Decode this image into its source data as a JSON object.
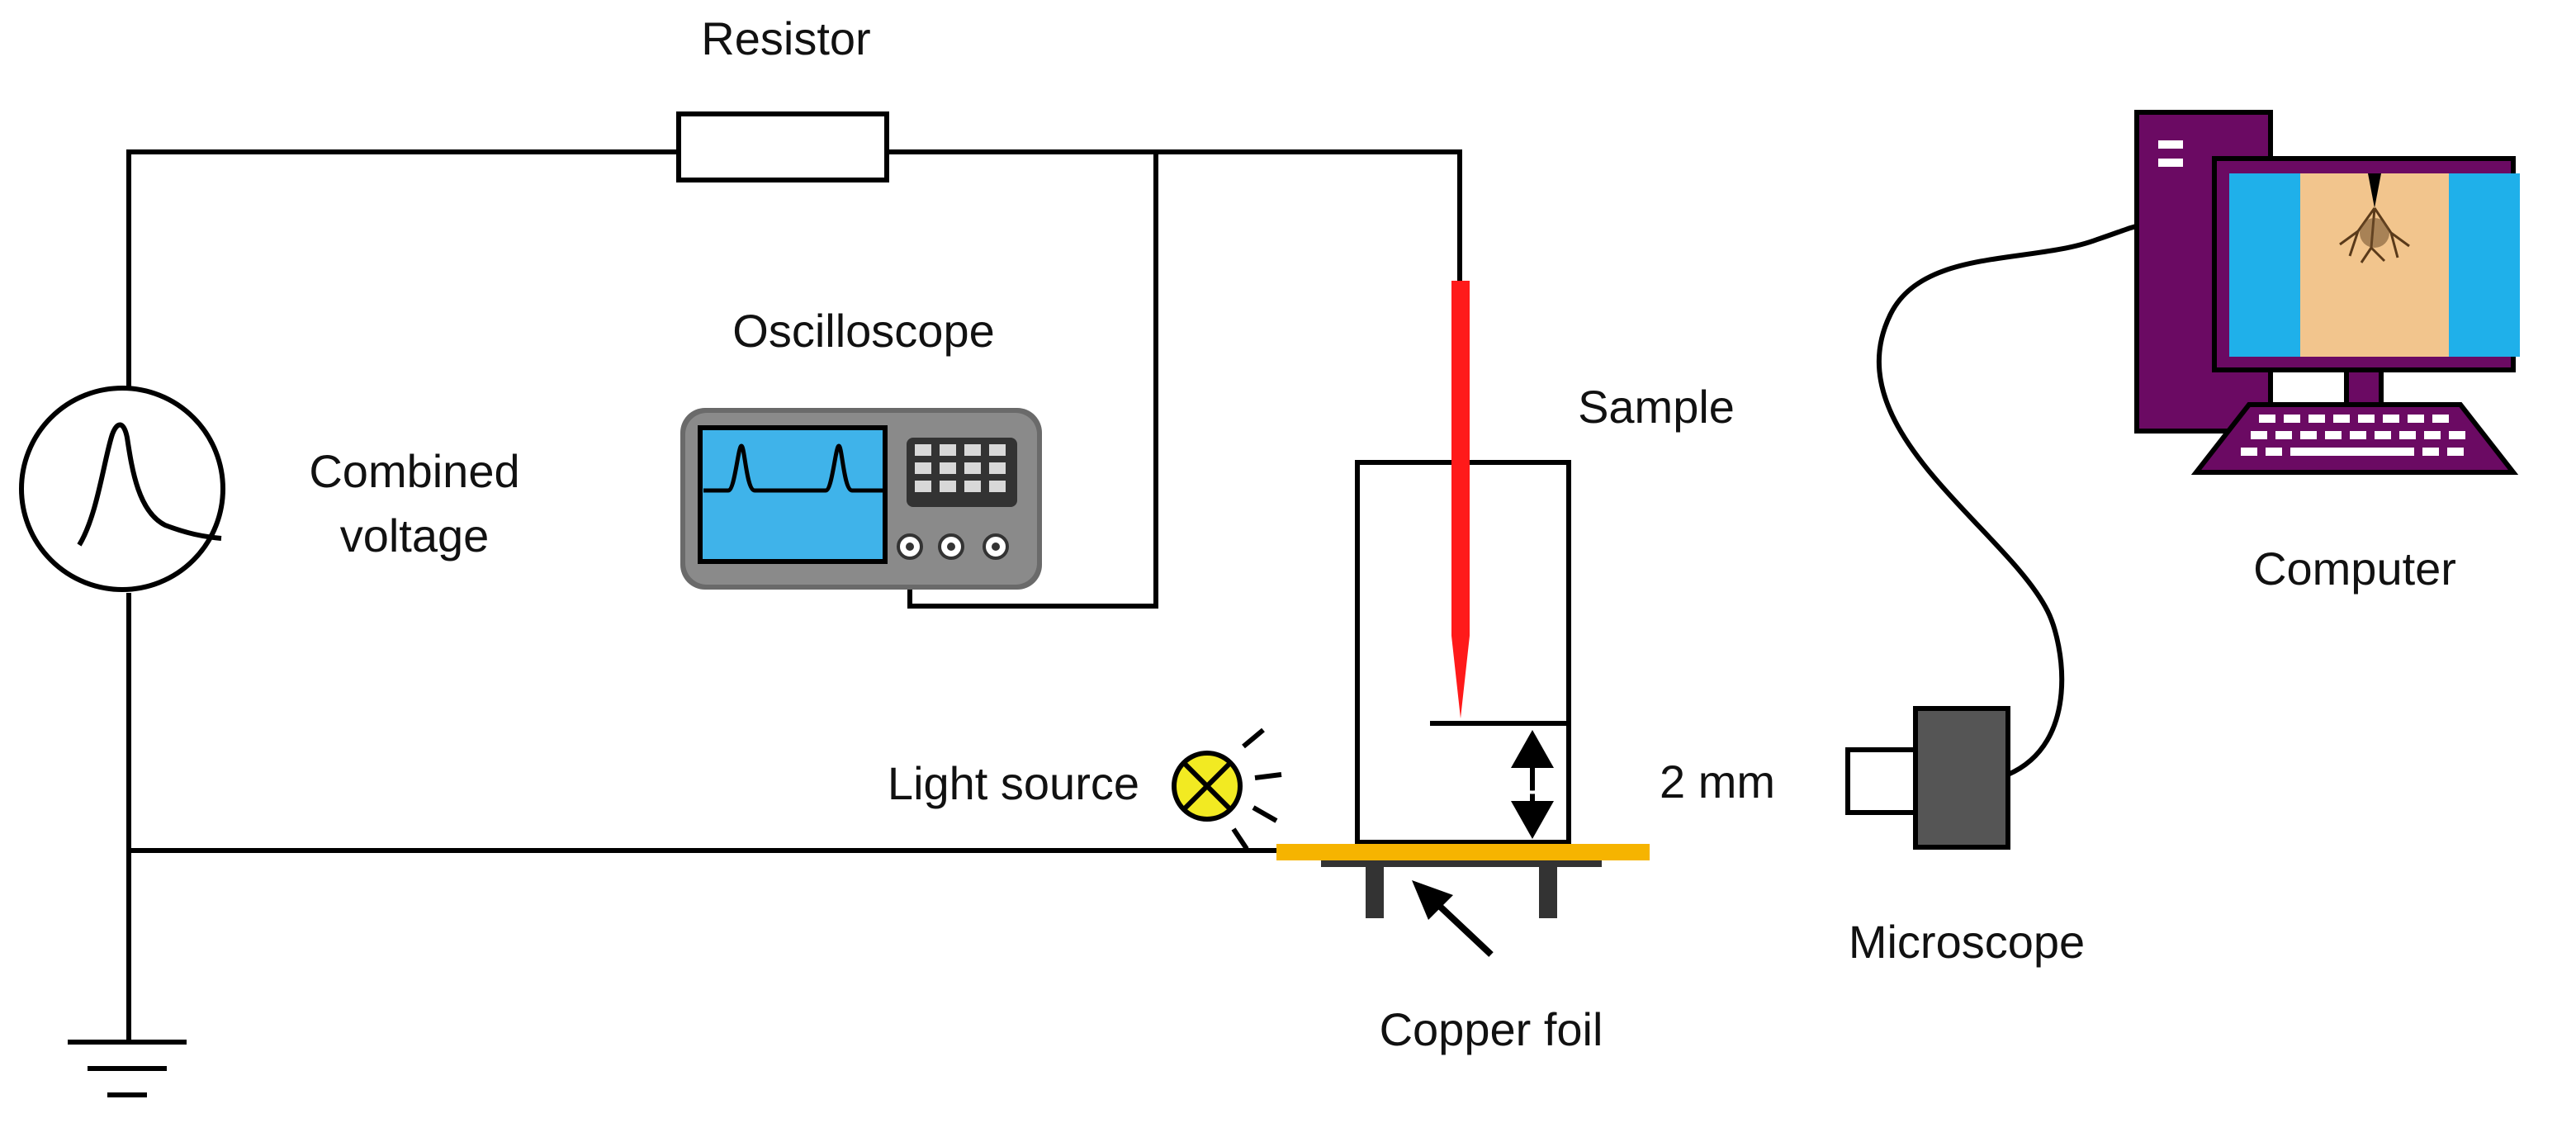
{
  "labels": {
    "resistor": "Resistor",
    "oscilloscope": "Oscilloscope",
    "combined_voltage_line1": "Combined",
    "combined_voltage_line2": "voltage",
    "sample": "Sample",
    "light_source": "Light source",
    "gap": "2 mm",
    "copper_foil": "Copper foil",
    "microscope": "Microscope",
    "computer": "Computer"
  },
  "colors": {
    "wire": "#000000",
    "needle": "#ff1a1a",
    "copper_foil": "#f6b400",
    "lamp": "#f2ea22",
    "oscilloscope_body": "#6a6a6a",
    "oscilloscope_screen": "#3fb3ea",
    "computer_body": "#6b0a63",
    "monitor_side_panel": "#1fb0ea",
    "monitor_image": "#f2c58d",
    "microscope_body": "#555555"
  },
  "icons": {
    "voltage_source": "pulse-source-icon",
    "ground": "ground-icon",
    "resistor": "resistor-icon",
    "oscilloscope": "oscilloscope-icon",
    "lamp": "lamp-icon",
    "microscope": "camera-icon",
    "computer": "computer-icon"
  }
}
